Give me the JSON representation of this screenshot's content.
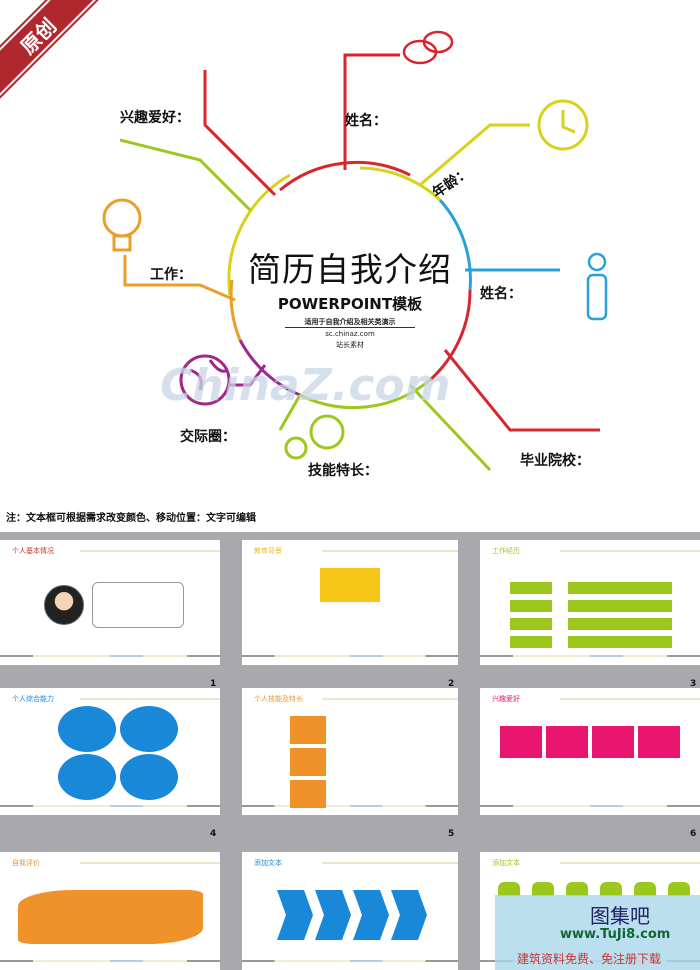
{
  "badge": "原创",
  "cover": {
    "title": "简历自我介绍",
    "subtitle": "POWERPOINT模板",
    "desc": "适用于自我介绍及相关类演示",
    "site": "sc.chinaz.com",
    "source": "站长素材",
    "watermark": "ChinaZ.com",
    "labels": {
      "hobby": "兴趣爱好：",
      "name1": "姓名：",
      "age": "年龄：",
      "name2": "姓名：",
      "work": "工作：",
      "social": "交际圈：",
      "skills": "技能特长：",
      "school": "毕业院校："
    },
    "colors": {
      "red": "#d7262e",
      "yellow": "#d8d21a",
      "blue": "#2aa0d8",
      "orange": "#e8a02a",
      "purple": "#a0288c",
      "green": "#9cc81e"
    }
  },
  "note": "注：文本框可根据需求改变颜色、移动位置：文字可编辑",
  "slides": [
    {
      "title": "个人基本情况",
      "color": "#c0392b",
      "number": ""
    },
    {
      "title": "教育背景",
      "color": "#e8c020",
      "number": ""
    },
    {
      "title": "工作经历",
      "color": "#9cc81e",
      "number": ""
    },
    {
      "title": "个人综合能力",
      "color": "#1a88d8",
      "number": "1"
    },
    {
      "title": "个人技能及特长",
      "color": "#f0922a",
      "number": "2"
    },
    {
      "title": "兴趣爱好",
      "color": "#e8166e",
      "number": "3"
    },
    {
      "title": "自我评价",
      "color": "#f0922a",
      "number": "4"
    },
    {
      "title": "添加文本",
      "color": "#1a88d8",
      "number": "5"
    },
    {
      "title": "添加文本",
      "color": "#9cc81e",
      "number": "6"
    }
  ],
  "site_watermark": {
    "name": "图集吧",
    "url": "www.TuJi8.com",
    "tagline": "建筑资料免费、免注册下载"
  }
}
